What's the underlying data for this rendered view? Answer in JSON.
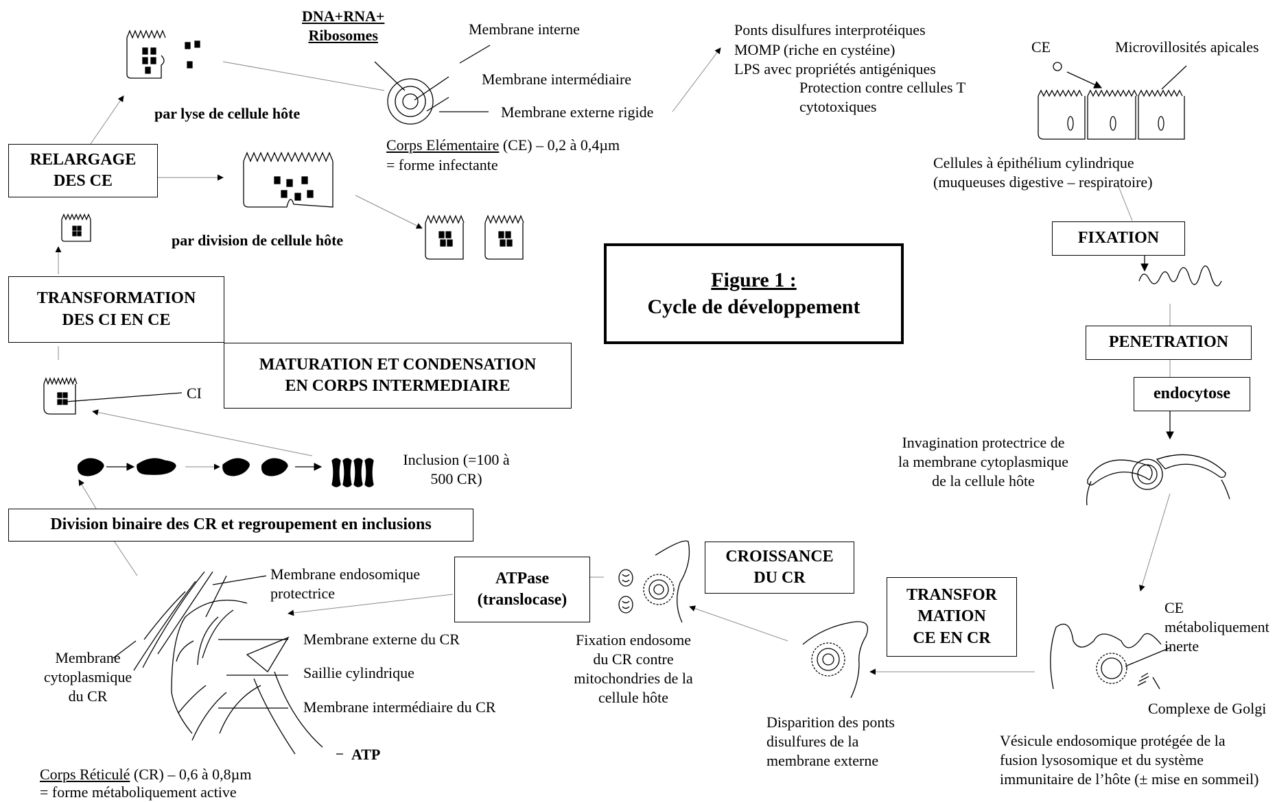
{
  "title": {
    "line1": "Figure 1 :",
    "line2": "Cycle de développement"
  },
  "ce_structure": {
    "components": "DNA+RNA+",
    "ribosomes": "Ribosomes",
    "inner_membrane": "Membrane interne",
    "intermediate_membrane": "Membrane intermédiaire",
    "outer_membrane": "Membrane externe rigide",
    "name": "Corps Elémentaire",
    "name_suffix": "(CE) – 0,2 à 0,4µm",
    "form": "= forme infectante"
  },
  "outer_membrane_props": {
    "line1": "Ponts disulfures interprotéiques",
    "line2": "MOMP (riche en cystéine)",
    "line3": "LPS avec propriétés antigéniques",
    "line4": "Protection contre cellules T",
    "line5": "cytotoxiques"
  },
  "epithelium": {
    "ce_label": "CE",
    "microvilli": "Microvillosités apicales",
    "caption1": "Cellules à épithélium cylindrique",
    "caption2": "(muqueuses digestive – respiratoire)"
  },
  "steps": {
    "fixation": "FIXATION",
    "penetration": "PENETRATION",
    "endocytose": "endocytose",
    "transformation_ce_cr": [
      "TRANSFOR",
      "MATION",
      "CE EN CR"
    ],
    "croissance": [
      "CROISSANCE",
      "DU CR"
    ],
    "atpase": [
      "ATPase",
      "(translocase)"
    ],
    "division": "Division binaire des CR et regroupement en inclusions",
    "maturation": [
      "MATURATION ET CONDENSATION",
      "EN CORPS INTERMEDIAIRE"
    ],
    "transformation_ci_ce": [
      "TRANSFORMATION",
      "DES CI EN CE"
    ],
    "relargage": [
      "RELARGAGE",
      "DES CE"
    ]
  },
  "labels": {
    "invagination": [
      "Invagination protectrice de",
      "la membrane cytoplasmique",
      "de la cellule hôte"
    ],
    "ce_inert": [
      "CE",
      "métaboliquement",
      "inerte"
    ],
    "golgi": "Complexe de Golgi",
    "vesicle": [
      "Vésicule endosomique protégée de la",
      "fusion lysosomique et du système",
      "immunitaire de l’hôte (± mise en sommeil)"
    ],
    "disulfide_loss": [
      "Disparition des ponts",
      "disulfures de la",
      "membrane externe"
    ],
    "endosome_fixation": [
      "Fixation endosome",
      "du CR contre",
      "mitochondries de la",
      "cellule hôte"
    ],
    "endosomic_membrane": [
      "Membrane endosomique",
      "protectrice"
    ],
    "cr_outer": "Membrane externe du CR",
    "cylindrical": "Saillie cylindrique",
    "cr_intermediate": "Membrane intermédiaire du CR",
    "cytoplasmic": [
      "Membrane",
      "cytoplasmique",
      "du CR"
    ],
    "atp": "ATP",
    "cr_name": "Corps Réticulé",
    "cr_name_suffix": "(CR) – 0,6 à 0,8µm",
    "cr_form": "= forme métaboliquement active",
    "inclusion": [
      "Inclusion (=100 à",
      "500 CR)"
    ],
    "ci": "CI",
    "lysis": "par lyse de cellule hôte",
    "division_release": "par division de cellule hôte"
  }
}
